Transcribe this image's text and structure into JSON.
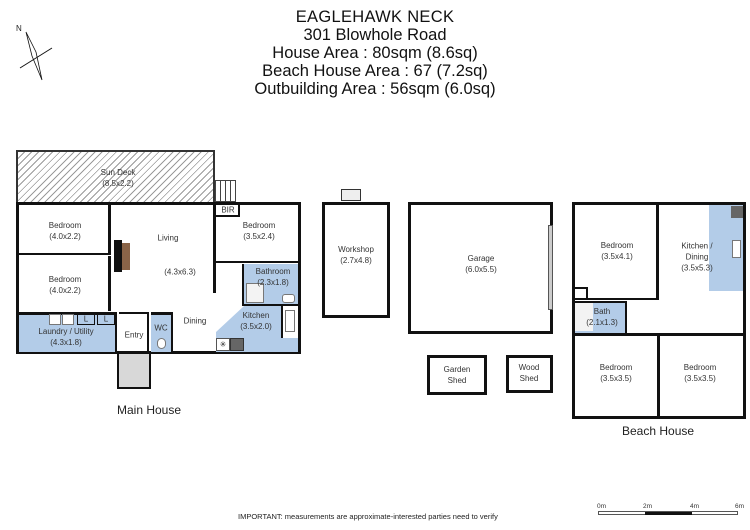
{
  "header": {
    "suburb": "EAGLEHAWK NECK",
    "address": "301 Blowhole Road",
    "house_area": "House Area : 80sqm (8.6sq)",
    "beach_house_area": "Beach House Area : 67 (7.2sq)",
    "outbuilding_area": "Outbuilding Area : 56sqm (6.0sq)"
  },
  "compass": {
    "label": "N"
  },
  "main_house": {
    "caption": "Main House",
    "rooms": {
      "sun_deck": {
        "name": "Sun Deck",
        "dim": "(8.5x2.2)"
      },
      "bedroom1": {
        "name": "Bedroom",
        "dim": "(4.0x2.2)"
      },
      "bedroom2": {
        "name": "Bedroom",
        "dim": "(4.0x2.2)"
      },
      "living": {
        "name": "Living",
        "dim": "(4.3x6.3)"
      },
      "bir": {
        "name": "BIR"
      },
      "bedroom3": {
        "name": "Bedroom",
        "dim": "(3.5x2.4)"
      },
      "bathroom": {
        "name": "Bathroom",
        "dim": "(2.3x1.8)"
      },
      "kitchen": {
        "name": "Kitchen",
        "dim": "(3.5x2.0)"
      },
      "dining": {
        "name": "Dining"
      },
      "laundry": {
        "name": "Laundry / Utility",
        "dim": "(4.3x1.8)"
      },
      "linen1": {
        "name": "L"
      },
      "linen2": {
        "name": "L"
      },
      "entry": {
        "name": "Entry"
      },
      "wc": {
        "name": "WC"
      }
    }
  },
  "outbuildings": {
    "workshop": {
      "name": "Workshop",
      "dim": "(2.7x4.8)"
    },
    "garage": {
      "name": "Garage",
      "dim": "(6.0x5.5)"
    },
    "garden_shed": {
      "name": "Garden",
      "name2": "Shed"
    },
    "wood_shed": {
      "name": "Wood",
      "name2": "Shed"
    }
  },
  "beach_house": {
    "caption": "Beach House",
    "rooms": {
      "bedroom1": {
        "name": "Bedroom",
        "dim": "(3.5x4.1)"
      },
      "kitchen_dining": {
        "name": "Kitchen /",
        "name2": "Dining",
        "dim": "(3.5x5.3)"
      },
      "bath": {
        "name": "Bath",
        "dim": "(2.1x1.3)"
      },
      "bedroom2": {
        "name": "Bedroom",
        "dim": "(3.5x3.5)"
      },
      "bedroom3": {
        "name": "Bedroom",
        "dim": "(3.5x3.5)"
      }
    }
  },
  "footer": {
    "disclaimer": "IMPORTANT: measurements are approximate-interested parties need to verify",
    "scale": [
      "0m",
      "2m",
      "4m",
      "6m"
    ]
  },
  "colors": {
    "wet_area": "#b3cce8",
    "wall": "#111111",
    "entry_porch": "#d8d8d8"
  }
}
